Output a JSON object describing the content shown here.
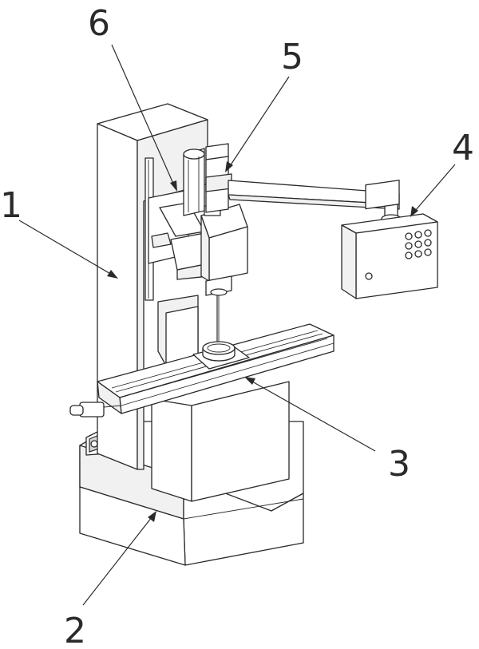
{
  "labels": {
    "column": "1",
    "base": "2",
    "worktable": "3",
    "control_panel": "4",
    "spindle_arm": "5",
    "spindle_carriage": "6"
  }
}
